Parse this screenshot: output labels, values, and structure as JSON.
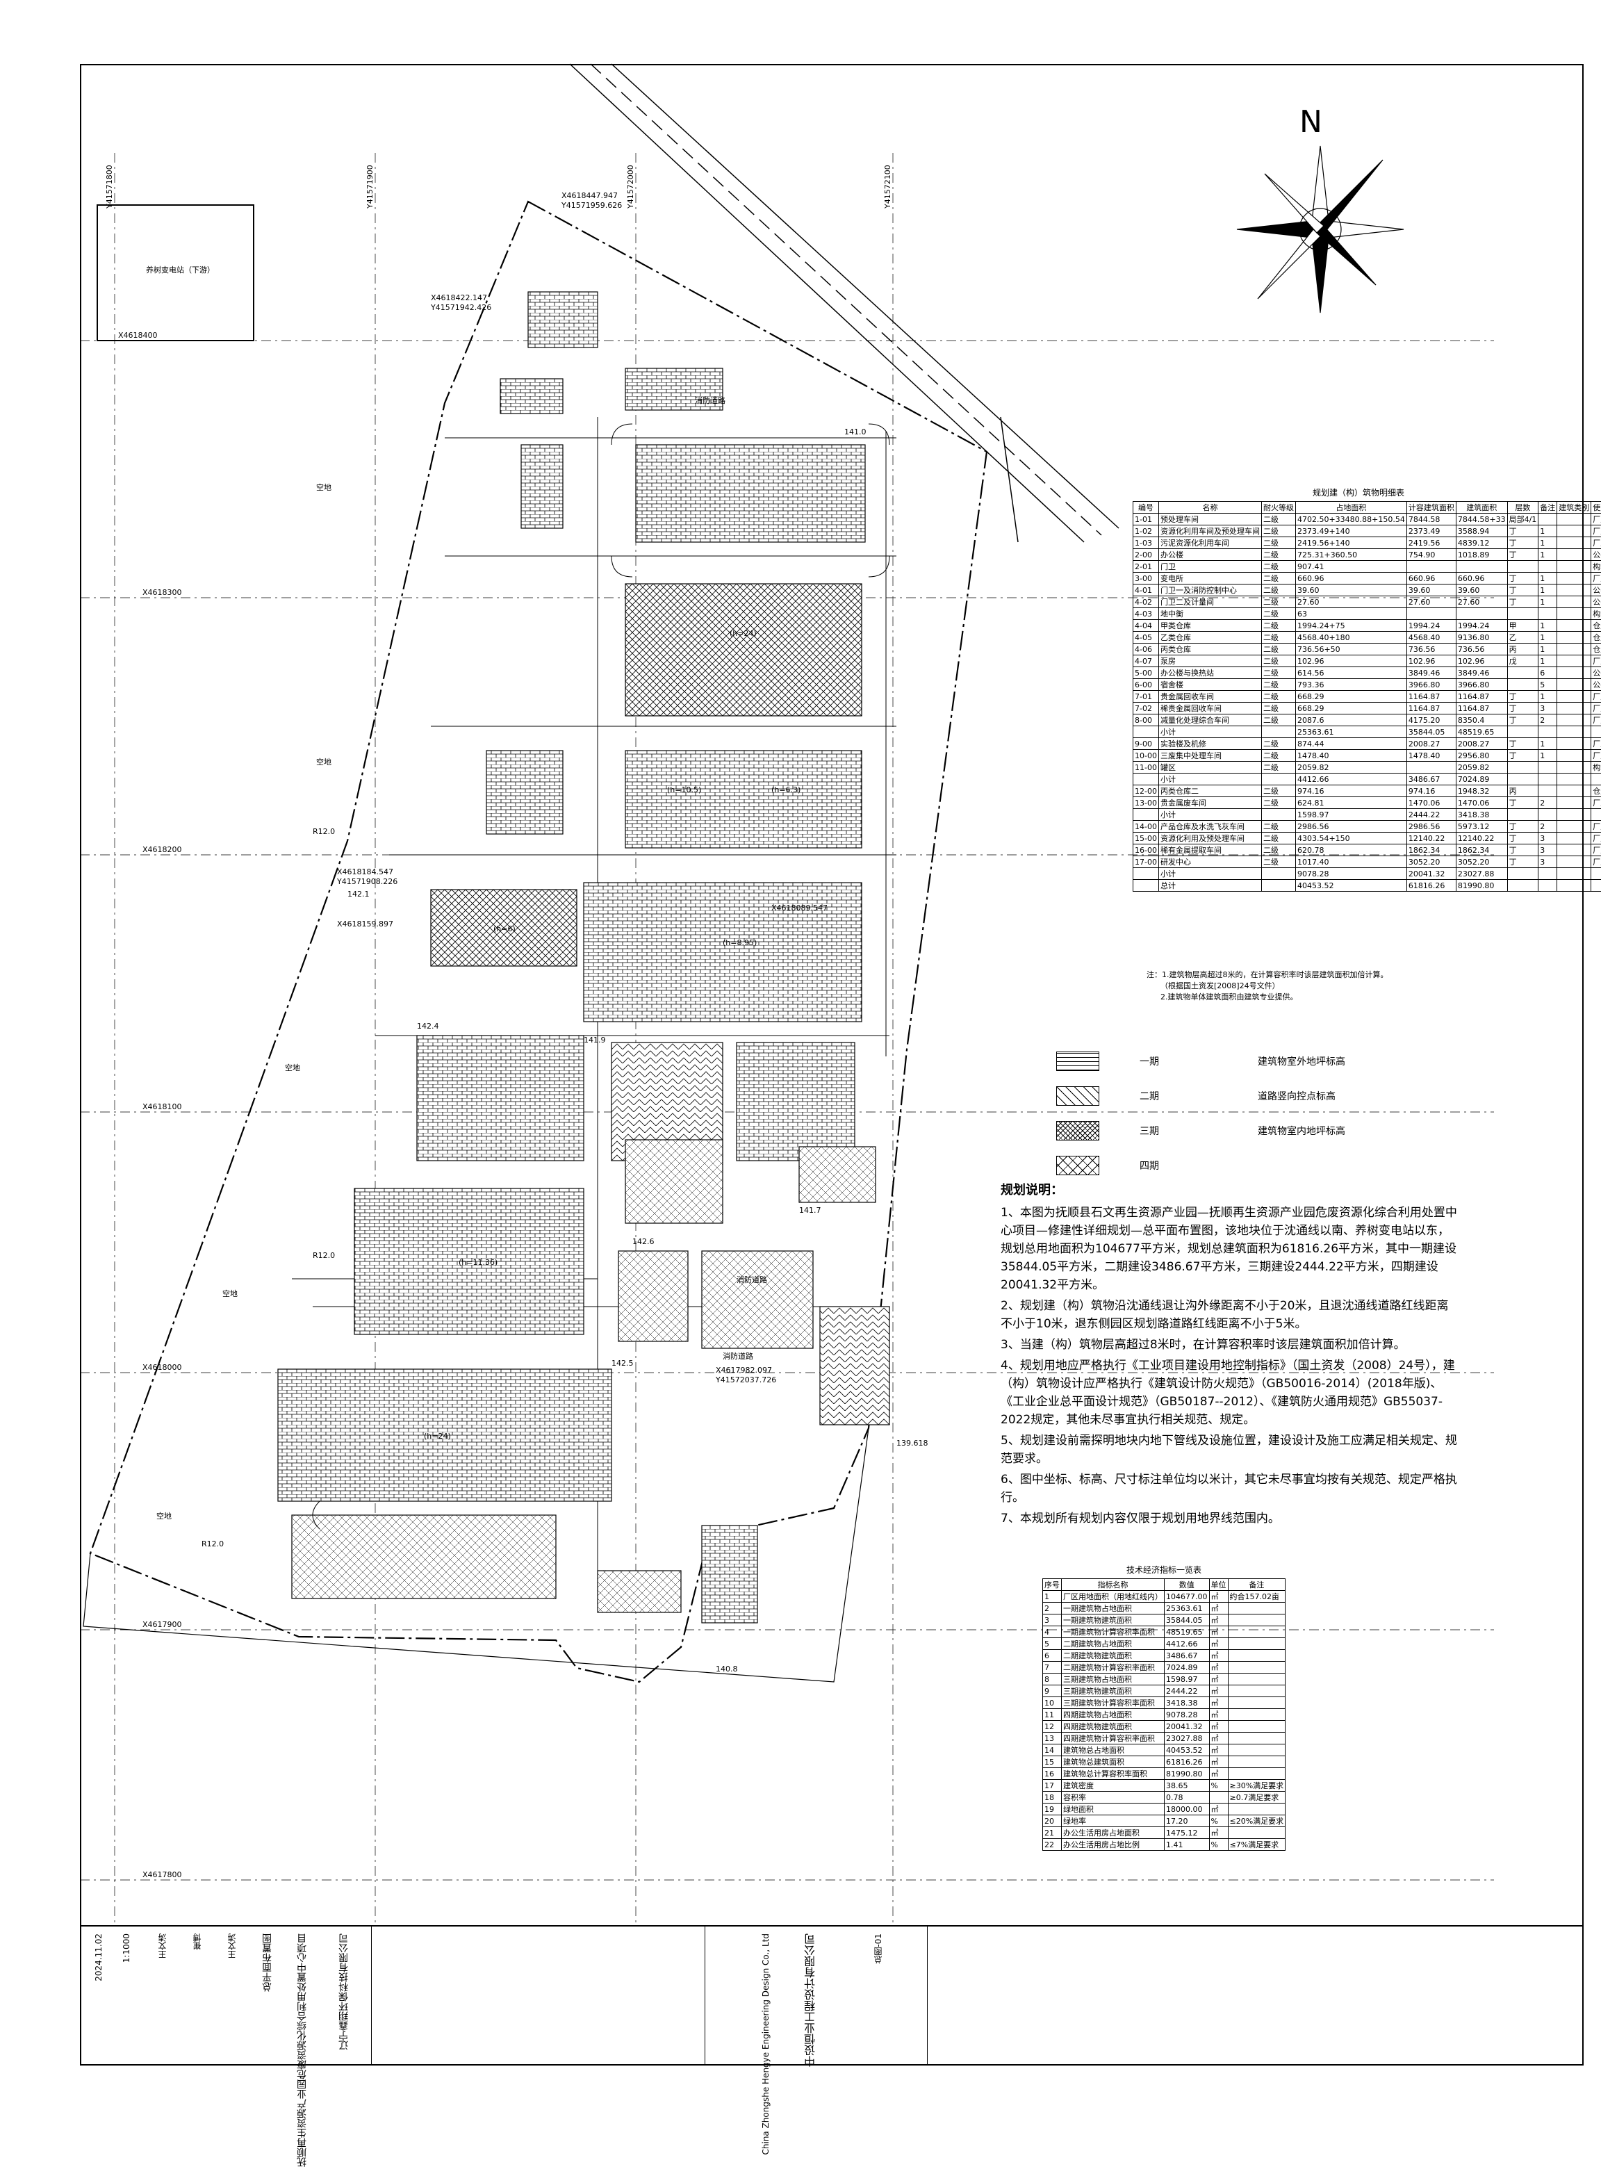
{
  "north_label": "N",
  "grid": {
    "x_labels": [
      "X4618400",
      "X4618300",
      "X4618200",
      "X4618100",
      "X4618000",
      "X4617900",
      "X4617800"
    ],
    "y_labels": [
      "Y41571800",
      "Y41571900",
      "Y41572000",
      "Y41572100"
    ]
  },
  "substation_label": "养树变电站（下游）",
  "map_labels": {
    "kongdi_1": "空地",
    "kongdi_2": "空地",
    "kongdi_3": "空地",
    "kongdi_4": "空地",
    "kongdi_5": "空地",
    "level_1": "141.0",
    "level_2": "142.4",
    "level_3": "142.5",
    "level_4": "141.7",
    "level_5": "142.1",
    "level_6": "141.9",
    "level_7": "140.8",
    "level_8": "142.6",
    "level_9": "139.618",
    "height_1": "(h=24)",
    "height_2": "(h=10.5)",
    "height_3": "(h=6.3)",
    "height_4": "(h=8.95)",
    "height_5": "(h=6)",
    "height_6": "(h=11.36)",
    "height_7": "(h=24)",
    "r_1": "R12.0",
    "r_2": "R12.0",
    "r_3": "R12.0",
    "road_1": "消防道路",
    "road_2": "消防道路",
    "road_3": "消防道路",
    "coord_1": "X4618447.947",
    "coord_2": "Y41571959.626",
    "coord_3": "X4618422.147",
    "coord_4": "Y41571942.426",
    "coord_5": "X4618184.547",
    "coord_6": "Y41571908.226",
    "coord_7": "X4617982.097",
    "coord_8": "Y41572037.726",
    "coord_9": "X4618159.897",
    "coord_10": "X4618089.547"
  },
  "schedule": {
    "title": "规划建（构）筑物明细表",
    "headers": [
      "编号",
      "名称",
      "耐火等级",
      "占地面积",
      "计容建筑面积",
      "建筑面积",
      "层数",
      "备注",
      "建筑类别",
      "使用类型"
    ],
    "rows": [
      [
        "1-01",
        "预处理车间",
        "二级",
        "4702.50+33480.88+150.54",
        "7844.58",
        "7844.58+33",
        "局部4/1",
        "",
        "",
        "厂房"
      ],
      [
        "1-02",
        "资源化利用车间及预处理车间",
        "二级",
        "2373.49+140",
        "2373.49",
        "3588.94",
        "丁",
        "1",
        "",
        "厂房"
      ],
      [
        "1-03",
        "污泥资源化利用车间",
        "二级",
        "2419.56+140",
        "2419.56",
        "4839.12",
        "丁",
        "1",
        "",
        "厂房"
      ],
      [
        "2-00",
        "办公楼",
        "二级",
        "725.31+360.50",
        "754.90",
        "1018.89",
        "丁",
        "1",
        "",
        "公共建筑"
      ],
      [
        "2-01",
        "门卫",
        "二级",
        "907.41",
        "",
        "",
        "",
        "",
        "",
        "构筑物"
      ],
      [
        "3-00",
        "变电所",
        "二级",
        "660.96",
        "660.96",
        "660.96",
        "丁",
        "1",
        "",
        "厂房"
      ],
      [
        "4-01",
        "门卫一及消防控制中心",
        "二级",
        "39.60",
        "39.60",
        "39.60",
        "丁",
        "1",
        "",
        "公共建筑"
      ],
      [
        "4-02",
        "门卫二及计量间",
        "二级",
        "27.60",
        "27.60",
        "27.60",
        "丁",
        "1",
        "",
        "公共建筑"
      ],
      [
        "4-03",
        "地中衡",
        "二级",
        "63",
        "",
        "",
        "",
        "",
        "",
        "构筑物"
      ],
      [
        "4-04",
        "甲类仓库",
        "二级",
        "1994.24+75",
        "1994.24",
        "1994.24",
        "甲",
        "1",
        "",
        "仓库"
      ],
      [
        "4-05",
        "乙类仓库",
        "二级",
        "4568.40+180",
        "4568.40",
        "9136.80",
        "乙",
        "1",
        "",
        "仓库"
      ],
      [
        "4-06",
        "丙类仓库",
        "二级",
        "736.56+50",
        "736.56",
        "736.56",
        "丙",
        "1",
        "",
        "仓库"
      ],
      [
        "4-07",
        "泵房",
        "二级",
        "102.96",
        "102.96",
        "102.96",
        "戊",
        "1",
        "",
        "厂房"
      ],
      [
        "5-00",
        "办公楼与换热站",
        "二级",
        "614.56",
        "3849.46",
        "3849.46",
        "",
        "6",
        "",
        "公共建筑"
      ],
      [
        "6-00",
        "宿舍楼",
        "二级",
        "793.36",
        "3966.80",
        "3966.80",
        "",
        "5",
        "",
        "公共建筑"
      ],
      [
        "7-01",
        "贵金属回收车间",
        "二级",
        "668.29",
        "1164.87",
        "1164.87",
        "丁",
        "1",
        "",
        "厂房"
      ],
      [
        "7-02",
        "稀贵金属回收车间",
        "二级",
        "668.29",
        "1164.87",
        "1164.87",
        "丁",
        "3",
        "",
        "厂房"
      ],
      [
        "8-00",
        "减量化处理综合车间",
        "二级",
        "2087.6",
        "4175.20",
        "8350.4",
        "丁",
        "2",
        "",
        "厂房"
      ],
      [
        "",
        "小计",
        "",
        "25363.61",
        "35844.05",
        "48519.65",
        "",
        "",
        "",
        ""
      ],
      [
        "9-00",
        "实验楼及机修",
        "二级",
        "874.44",
        "2008.27",
        "2008.27",
        "丁",
        "1",
        "",
        "厂房"
      ],
      [
        "10-00",
        "三废集中处理车间",
        "二级",
        "1478.40",
        "1478.40",
        "2956.80",
        "丁",
        "1",
        "",
        "厂房"
      ],
      [
        "11-00",
        "罐区",
        "二级",
        "2059.82",
        "",
        "2059.82",
        "",
        "",
        "",
        "构筑物"
      ],
      [
        "",
        "小计",
        "",
        "4412.66",
        "3486.67",
        "7024.89",
        "",
        "",
        "",
        ""
      ],
      [
        "12-00",
        "丙类仓库二",
        "二级",
        "974.16",
        "974.16",
        "1948.32",
        "丙",
        "",
        "",
        "仓库"
      ],
      [
        "13-00",
        "贵金属废车间",
        "二级",
        "624.81",
        "1470.06",
        "1470.06",
        "丁",
        "2",
        "",
        "厂房"
      ],
      [
        "",
        "小计",
        "",
        "1598.97",
        "2444.22",
        "3418.38",
        "",
        "",
        "",
        ""
      ],
      [
        "14-00",
        "产品仓库及水洗飞灰车间",
        "二级",
        "2986.56",
        "2986.56",
        "5973.12",
        "丁",
        "2",
        "",
        "厂房"
      ],
      [
        "15-00",
        "资源化利用及预处理车间",
        "二级",
        "4303.54+150",
        "12140.22",
        "12140.22",
        "丁",
        "3",
        "",
        "厂房"
      ],
      [
        "16-00",
        "稀有金属提取车间",
        "二级",
        "620.78",
        "1862.34",
        "1862.34",
        "丁",
        "3",
        "",
        "厂房"
      ],
      [
        "17-00",
        "研发中心",
        "二级",
        "1017.40",
        "3052.20",
        "3052.20",
        "丁",
        "3",
        "",
        "厂房"
      ],
      [
        "",
        "小计",
        "",
        "9078.28",
        "20041.32",
        "23027.88",
        "",
        "",
        "",
        ""
      ],
      [
        "",
        "总计",
        "",
        "40453.52",
        "61816.26",
        "81990.80",
        "",
        "",
        "",
        ""
      ]
    ]
  },
  "schedule_notes": [
    "注：1.建筑物层高超过8米的，在计算容积率时该层建筑面积加倍计算。",
    "（根据国土资发[2008]24号文件）",
    "2.建筑物单体建筑面积由建筑专业提供。"
  ],
  "legend": [
    {
      "label": "一期",
      "desc": "建筑物室外地坪标高",
      "pattern": "brick"
    },
    {
      "label": "二期",
      "desc": "道路竖向控点标高",
      "pattern": "chevron"
    },
    {
      "label": "三期",
      "desc": "建筑物室内地坪标高",
      "pattern": "cross"
    },
    {
      "label": "四期",
      "desc": "",
      "pattern": "diag"
    }
  ],
  "planning_title": "规划说明：",
  "planning_notes": [
    "1、本图为抚顺县石文再生资源产业园—抚顺再生资源产业园危废资源化综合利用处置中心项目—修建性详细规划—总平面布置图，该地块位于沈通线以南、养树变电站以东，规划总用地面积为104677平方米，规划总建筑面积为61816.26平方米，其中一期建设35844.05平方米，二期建设3486.67平方米，三期建设2444.22平方米，四期建设20041.32平方米。",
    "2、规划建（构）筑物沿沈通线退让沟外缘距离不小于20米，且退沈通线道路红线距离不小于10米，退东侧园区规划路道路红线距离不小于5米。",
    "3、当建（构）筑物层高超过8米时，在计算容积率时该层建筑面积加倍计算。",
    "4、规划用地应严格执行《工业项目建设用地控制指标》（国土资发（2008）24号），建（构）筑物设计应严格执行《建筑设计防火规范》（GB50016-2014）(2018年版)、《工业企业总平面设计规范》（GB50187--2012）、《建筑防火通用规范》GB55037-2022规定，其他未尽事宜执行相关规范、规定。",
    "5、规划建设前需探明地块内地下管线及设施位置，建设设计及施工应满足相关规定、规范要求。",
    "6、图中坐标、标高、尺寸标注单位均以米计，其它未尽事宜均按有关规范、规定严格执行。",
    "7、本规划所有规划内容仅限于规划用地界线范围内。"
  ],
  "kpi": {
    "title": "技术经济指标一览表",
    "headers": [
      "序号",
      "指标名称",
      "数值",
      "单位",
      "备注"
    ],
    "rows": [
      [
        "1",
        "厂区用地面积（用地红线内）",
        "104677.00",
        "㎡",
        "约合157.02亩"
      ],
      [
        "2",
        "一期建筑物占地面积",
        "25363.61",
        "㎡",
        ""
      ],
      [
        "3",
        "一期建筑物建筑面积",
        "35844.05",
        "㎡",
        ""
      ],
      [
        "4",
        "一期建筑物计算容积率面积",
        "48519.65",
        "㎡",
        ""
      ],
      [
        "5",
        "二期建筑物占地面积",
        "4412.66",
        "㎡",
        ""
      ],
      [
        "6",
        "二期建筑物建筑面积",
        "3486.67",
        "㎡",
        ""
      ],
      [
        "7",
        "二期建筑物计算容积率面积",
        "7024.89",
        "㎡",
        ""
      ],
      [
        "8",
        "三期建筑物占地面积",
        "1598.97",
        "㎡",
        ""
      ],
      [
        "9",
        "三期建筑物建筑面积",
        "2444.22",
        "㎡",
        ""
      ],
      [
        "10",
        "三期建筑物计算容积率面积",
        "3418.38",
        "㎡",
        ""
      ],
      [
        "11",
        "四期建筑物占地面积",
        "9078.28",
        "㎡",
        ""
      ],
      [
        "12",
        "四期建筑物建筑面积",
        "20041.32",
        "㎡",
        ""
      ],
      [
        "13",
        "四期建筑物计算容积率面积",
        "23027.88",
        "㎡",
        ""
      ],
      [
        "14",
        "建筑物总占地面积",
        "40453.52",
        "㎡",
        ""
      ],
      [
        "15",
        "建筑物总建筑面积",
        "61816.26",
        "㎡",
        ""
      ],
      [
        "16",
        "建筑物总计算容积率面积",
        "81990.80",
        "㎡",
        ""
      ],
      [
        "17",
        "建筑密度",
        "38.65",
        "%",
        "≥30%满足要求"
      ],
      [
        "18",
        "容积率",
        "0.78",
        "",
        "≥0.7满足要求"
      ],
      [
        "19",
        "绿地面积",
        "18000.00",
        "㎡",
        ""
      ],
      [
        "20",
        "绿地率",
        "17.20",
        "%",
        "≤20%满足要求"
      ],
      [
        "21",
        "办公生活用房占地面积",
        "1475.12",
        "㎡",
        ""
      ],
      [
        "22",
        "办公生活用房占地比例",
        "1.41",
        "%",
        "≤7%满足要求"
      ]
    ]
  },
  "titleblock": {
    "company": "辽宁鑫翔环保科技有限公司",
    "project": "抚顺再生资源产业园危废资源化综合利用处置中心项目",
    "drawing": "总平面布置图",
    "scale": "1:1000",
    "design_institute": "中设恒业工程设计有限公司",
    "institute_en": "China Zhongshe Hengye Engineering Design Co., Ltd",
    "designer": "王文涛",
    "checker": "崔博",
    "approver": "王文涛",
    "date": "2024.11.02",
    "drawing_no": "总图-01"
  }
}
